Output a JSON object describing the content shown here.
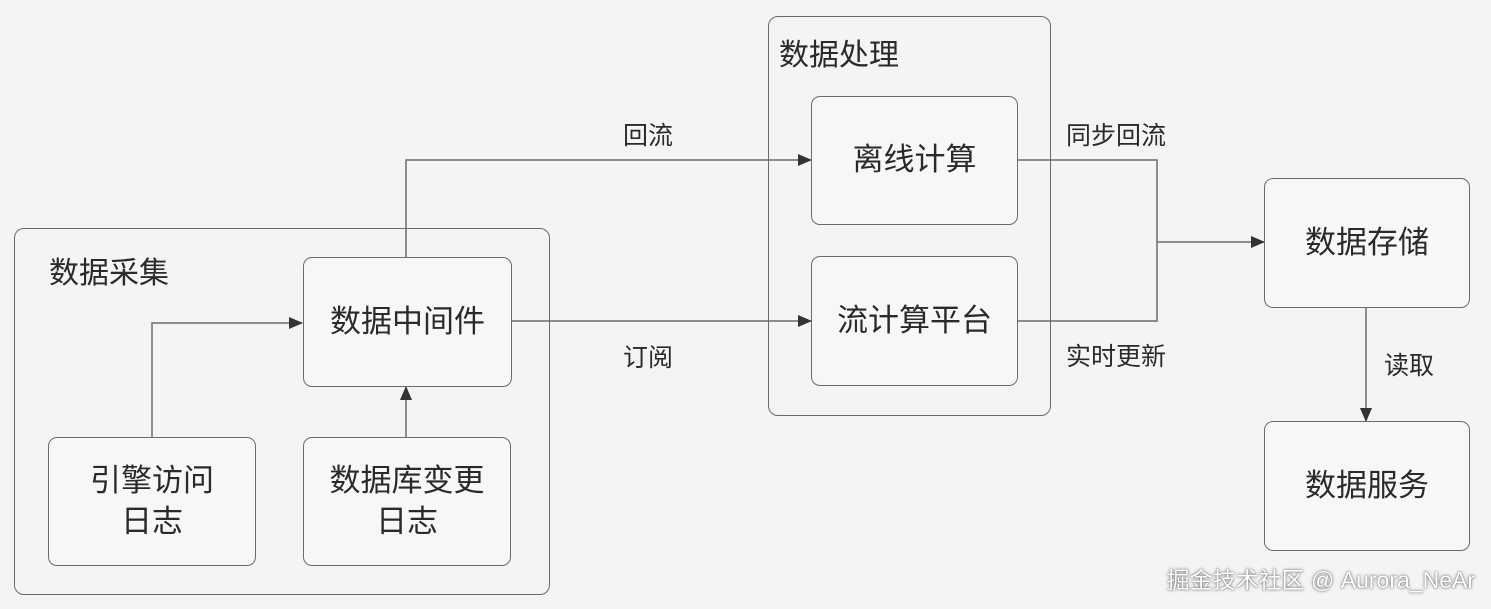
{
  "groups": {
    "collection": {
      "title": "数据采集"
    },
    "processing": {
      "title": "数据处理"
    }
  },
  "nodes": {
    "engine_log": {
      "line1": "引擎访问",
      "line2": "日志"
    },
    "db_change_log": {
      "line1": "数据库变更",
      "line2": "日志"
    },
    "middleware": {
      "label": "数据中间件"
    },
    "offline": {
      "label": "离线计算"
    },
    "stream": {
      "label": "流计算平台"
    },
    "storage": {
      "label": "数据存储"
    },
    "service": {
      "label": "数据服务"
    }
  },
  "edge_labels": {
    "reflow": "回流",
    "subscribe": "订阅",
    "sync_reflow": "同步回流",
    "realtime_update": "实时更新",
    "read": "读取"
  },
  "watermark": "掘金技术社区 @ Aurora_NeAr",
  "colors": {
    "background": "#f4f4f2",
    "line": "#6b6b6b",
    "text": "#2a2a2a"
  }
}
